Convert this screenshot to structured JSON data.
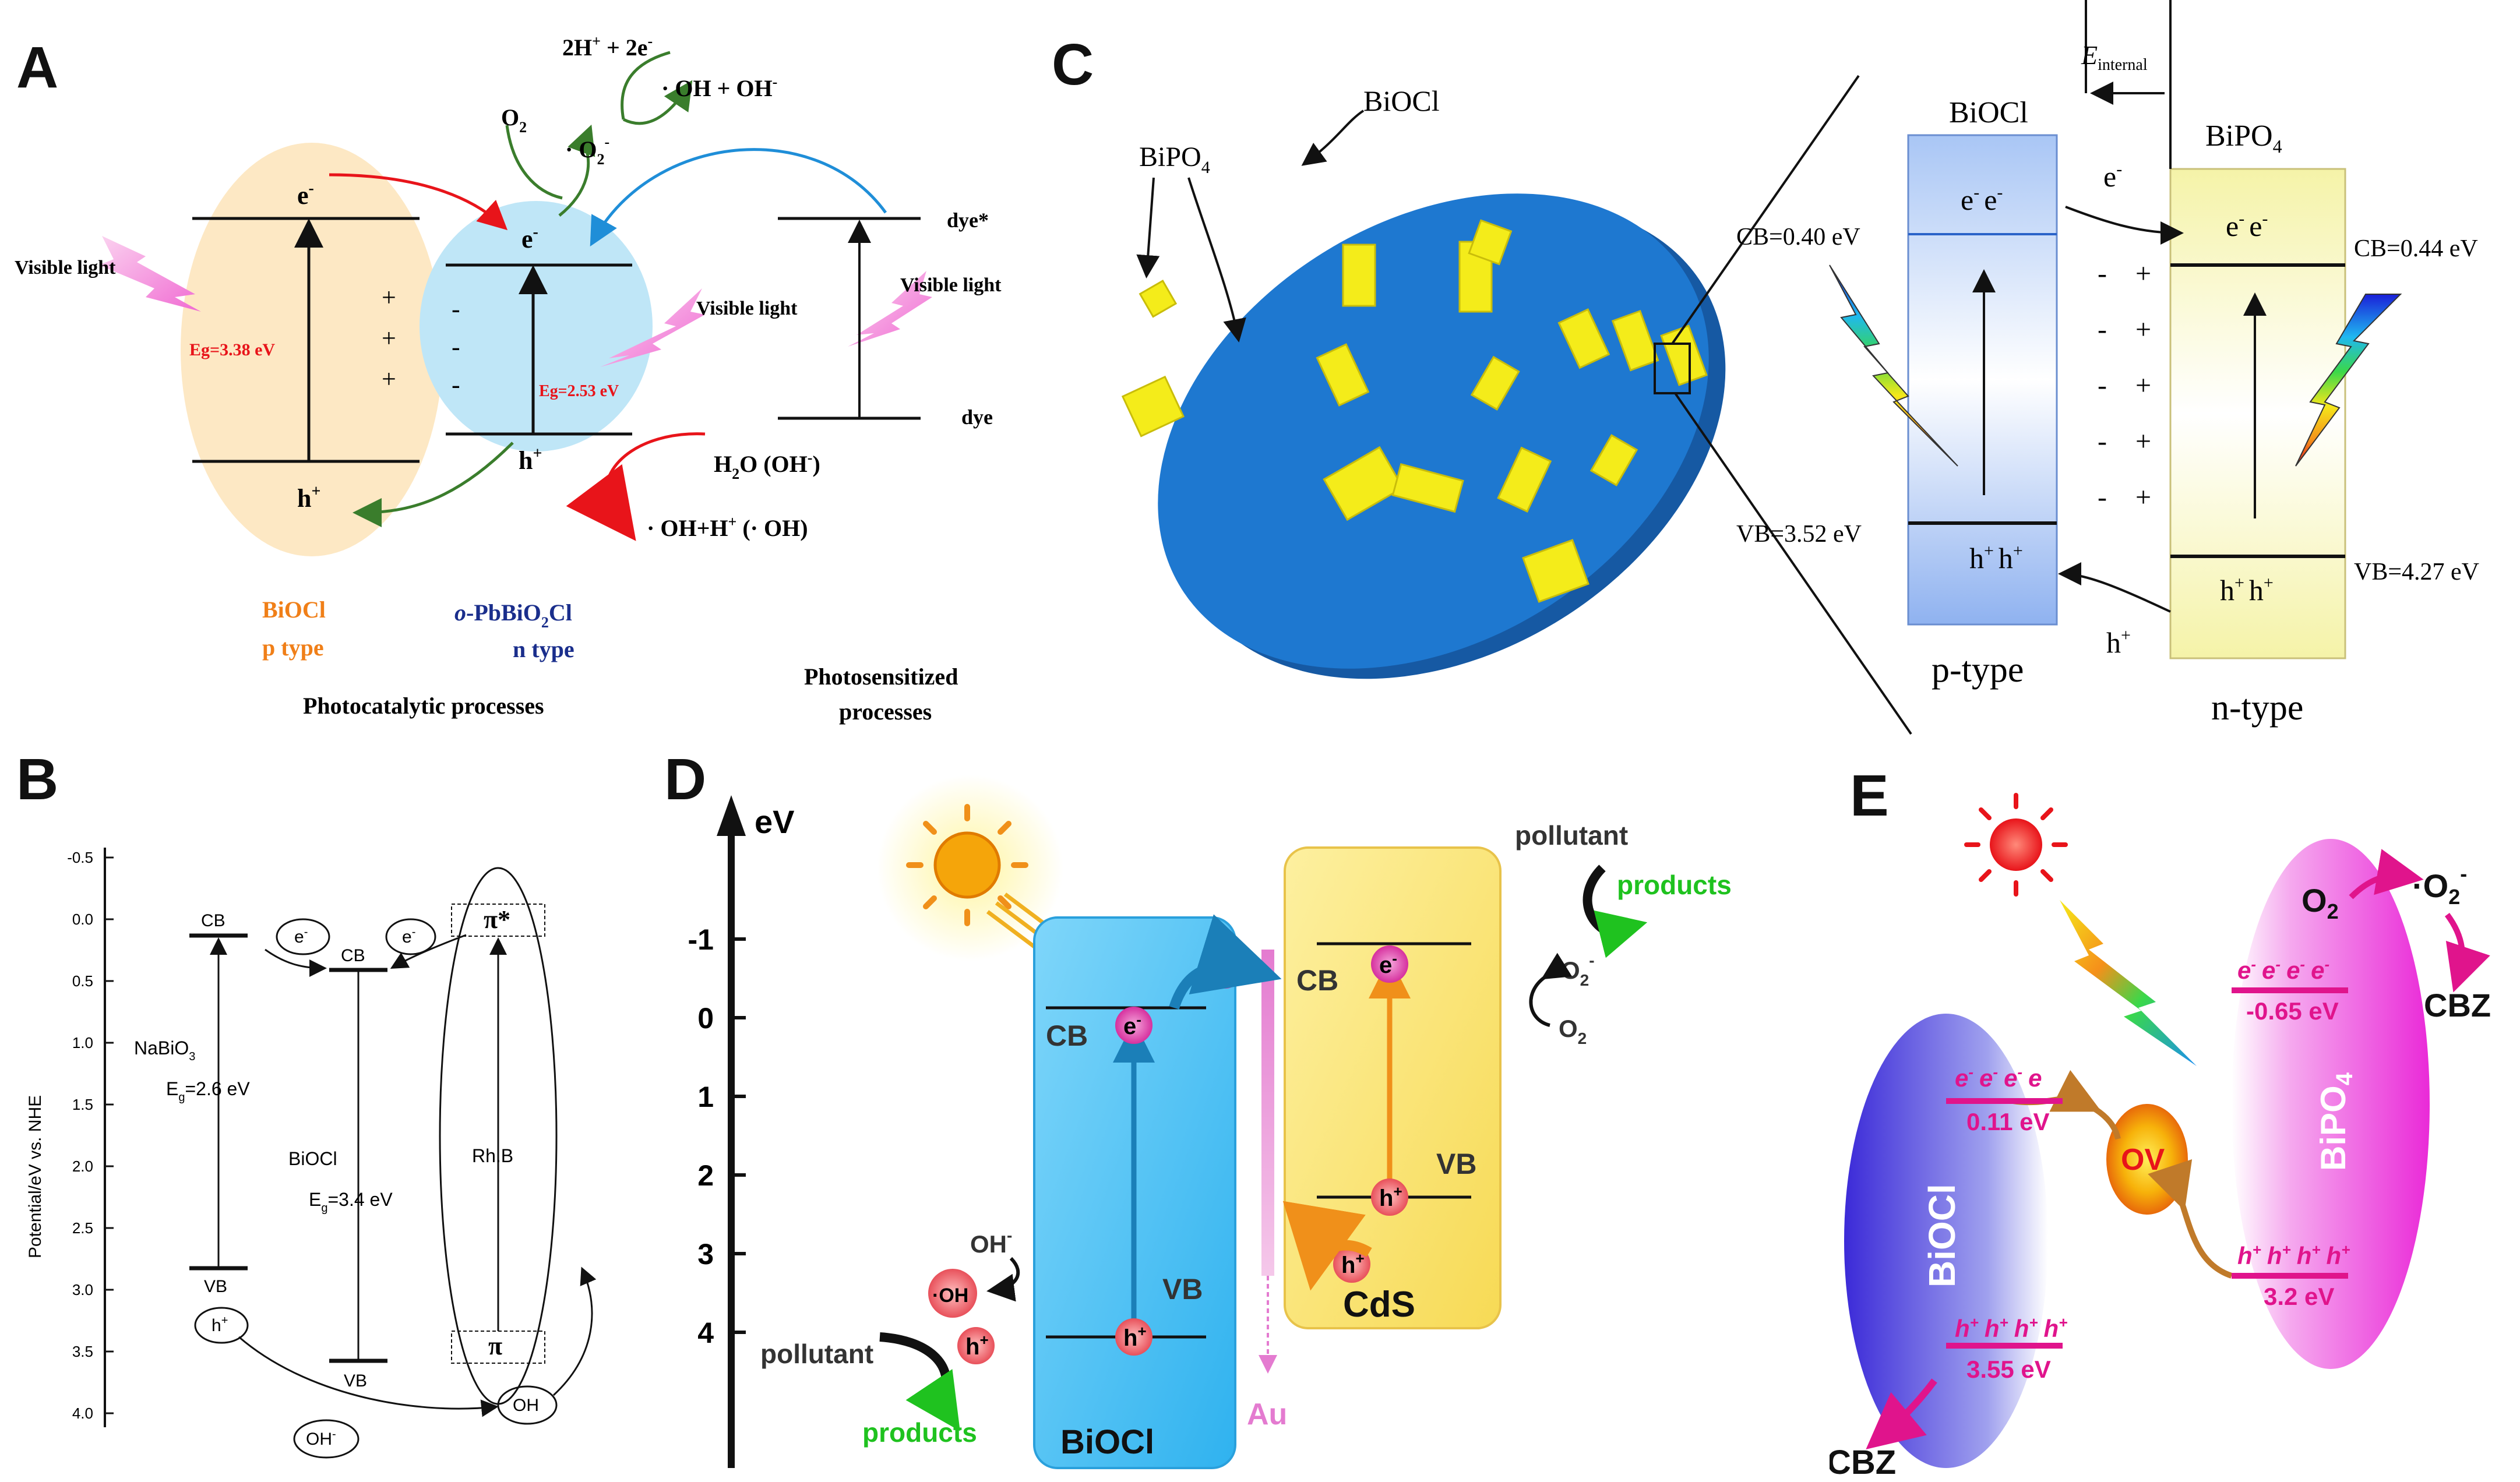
{
  "panels": {
    "A": {
      "letter": "A",
      "visible_light": "Visible light",
      "e_minus": "e",
      "h_plus": "h",
      "eg_biocl": "Eg=3.38 eV",
      "eg_pbbio2cl": "Eg=2.53 eV",
      "plus": "+",
      "minus": "-",
      "reaction_h2": "2H",
      "reaction_h2_tail": " + 2e",
      "reaction_oh": "· OH + OH",
      "o2": "O",
      "o2_radical": "· O",
      "h2o": "H",
      "h2o_tail": "O (OH",
      "h2o_end": ")",
      "oh_h": "· OH+H",
      "oh_h_tail": " (· OH)",
      "dye_star": "dye*",
      "dye": "dye",
      "biocl_name": "BiOCl",
      "biocl_type": "p type",
      "pb_name_prefix": "o",
      "pb_name": "-PbBiO",
      "pb_name_tail": "Cl",
      "pb_type": "n type",
      "caption_left": "Photocatalytic processes",
      "caption_right_1": "Photosensitized",
      "caption_right_2": "processes",
      "colors": {
        "biocl_ellipse": "#fde8c4",
        "pb_ellipse": "#bfe6f7",
        "red": "#e8141a",
        "green": "#3a7d2c",
        "blue": "#1f8ed8",
        "orange": "#f07f18",
        "navy": "#1a2e8c"
      }
    },
    "B": {
      "letter": "B",
      "ylabel": "Potential/eV vs. NHE",
      "ticks": [
        "-0.5",
        "0.0",
        "0.5",
        "1.0",
        "1.5",
        "2.0",
        "2.5",
        "3.0",
        "3.5",
        "4.0"
      ],
      "cb": "CB",
      "vb": "VB",
      "nabio3": "NaBiO",
      "nabio3_sub": "3",
      "eg_na": "=2.6 eV",
      "biocl": "BiOCl",
      "eg_bi": "=3.4 eV",
      "eg_prefix": "E",
      "eg_sub": "g",
      "e": "e",
      "h": "h",
      "pi_star": "π*",
      "pi": "π",
      "rhb": "Rh.B",
      "oh_minus": "OH",
      "oh": "OH"
    },
    "C": {
      "letter": "C",
      "bipo4_label": "BiPO",
      "biocl_label": "BiOCl",
      "e_internal": "E",
      "e_internal_sub": "internal",
      "biocl_box": "BiOCl",
      "bipo4_box": "BiPO",
      "sub4": "4",
      "e_pair": "e",
      "h_pair": "h",
      "cb_left": "CB=0.40 eV",
      "vb_left": "VB=3.52 eV",
      "cb_right": "CB=0.44 eV",
      "vb_right": "VB=4.27 eV",
      "p_type": "p-type",
      "n_type": "n-type",
      "colors": {
        "disc": "#1e78d0",
        "disc_side": "#1659a3",
        "crystal": "#f4ec1a",
        "box_left": "#a9c6f5",
        "box_right": "#f5f3a8"
      }
    },
    "D": {
      "letter": "D",
      "axis_label": "eV",
      "ticks": [
        "-1",
        "0",
        "1",
        "2",
        "3",
        "4"
      ],
      "biocl": "BiOCl",
      "cds": "CdS",
      "au": "Au",
      "cb": "CB",
      "vb": "VB",
      "e": "e",
      "h": "h",
      "pollutant": "pollutant",
      "products": "products",
      "oh_minus": "OH",
      "oh_radical": "·OH",
      "o2_radical": "·O",
      "o2": "O",
      "colors": {
        "biocl_box": "#5ec8f5",
        "cds_box": "#fbe77a",
        "green": "#1fc21f",
        "au": "#e47bd0",
        "e_ball": "#e04ab5",
        "h_ball": "#f0707a"
      }
    },
    "E": {
      "letter": "E",
      "biocl": "BiOCl",
      "bipo4": "BiPO",
      "ov": "OV",
      "o2": "O",
      "o2_radical": "·O",
      "cbz_top": "CBZ",
      "cbz_bottom": "CBZ",
      "e_row": "e",
      "h_row": "h",
      "v_011": "0.11 eV",
      "v_neg065": "-0.65 eV",
      "v_32": "3.2 eV",
      "v_355": "3.55 eV",
      "colors": {
        "magenta": "#e0148c",
        "biocl_blue": "#4a3ad8",
        "bipo4_pink": "#f04ae0",
        "ov": "#f5a70a",
        "brown": "#c07a2a"
      }
    }
  }
}
